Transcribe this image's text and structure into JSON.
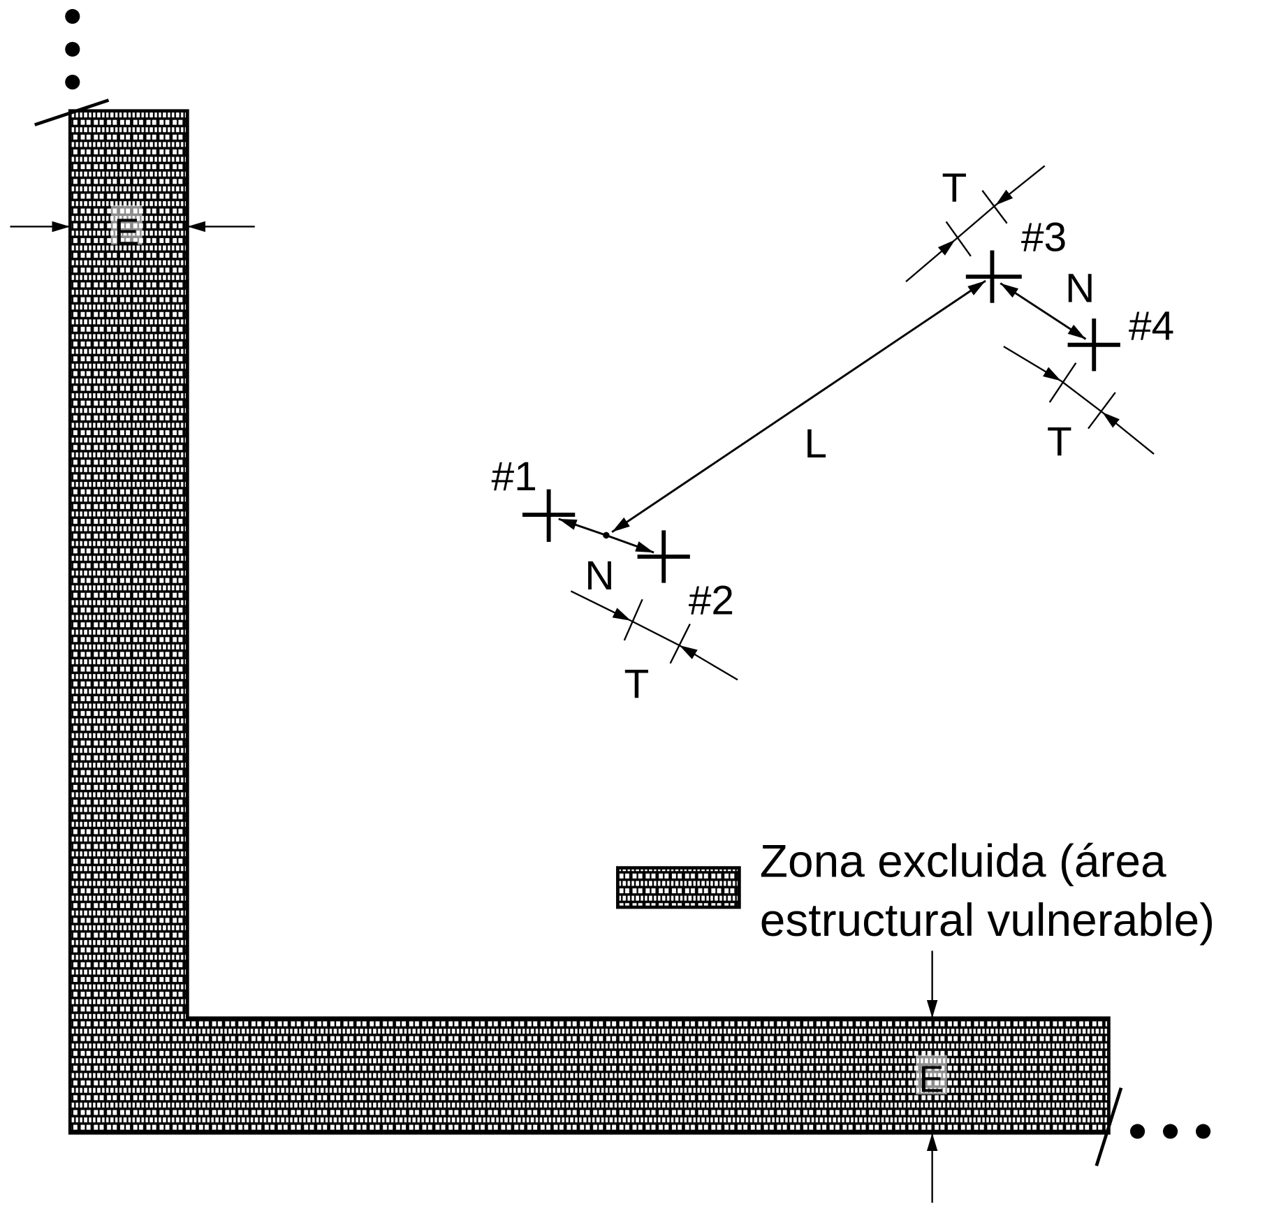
{
  "diagram": {
    "points": [
      {
        "id": "point-1",
        "label": "#1"
      },
      {
        "id": "point-2",
        "label": "#2"
      },
      {
        "id": "point-3",
        "label": "#3"
      },
      {
        "id": "point-4",
        "label": "#4"
      }
    ],
    "dimensions": {
      "wall_thickness_top": "E",
      "wall_thickness_bottom": "E",
      "distance_between_pairs": "L",
      "normal_pair_1_2": "N",
      "normal_pair_3_4": "N",
      "tolerance_2": "T",
      "tolerance_3": "T",
      "tolerance_4": "T"
    },
    "legend": {
      "line1": "Zona excluida (área",
      "line2": "estructural vulnerable)"
    }
  }
}
